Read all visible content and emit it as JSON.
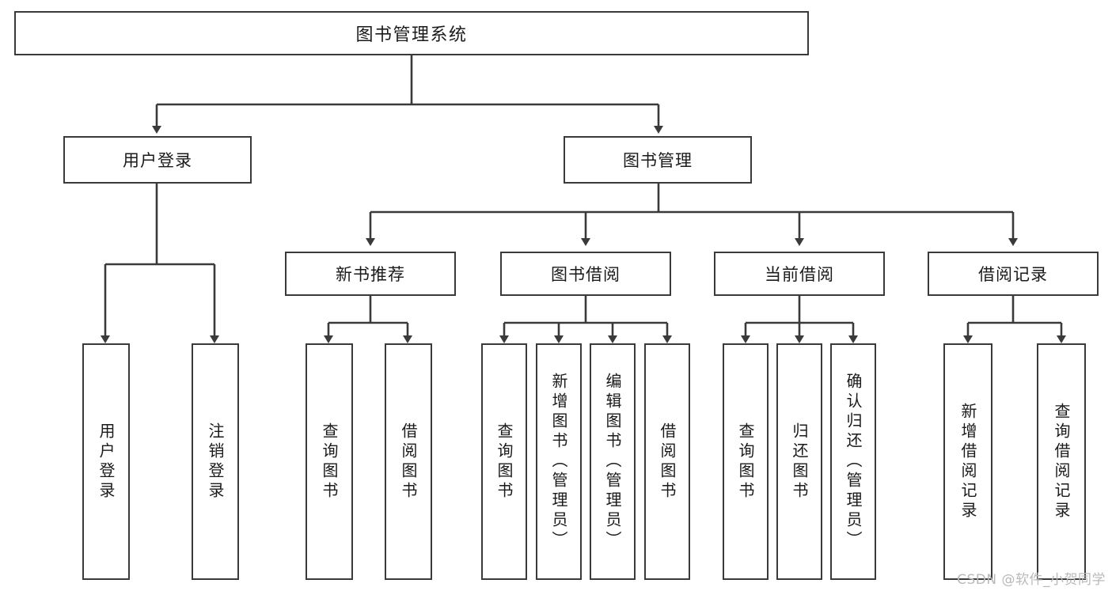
{
  "diagram": {
    "title": "图书管理系统",
    "type": "tree-hierarchy-diagram",
    "root": {
      "label": "图书管理系统",
      "id": "book-management-system"
    },
    "level1": [
      {
        "id": "user-login",
        "label": "用户登录"
      },
      {
        "id": "book-management",
        "label": "图书管理"
      }
    ],
    "level2": [
      {
        "id": "new-book-recommend",
        "label": "新书推荐",
        "parent": "book-management"
      },
      {
        "id": "book-borrow",
        "label": "图书借阅",
        "parent": "book-management"
      },
      {
        "id": "current-borrow",
        "label": "当前借阅",
        "parent": "book-management"
      },
      {
        "id": "borrow-record",
        "label": "借阅记录",
        "parent": "book-management"
      }
    ],
    "leaves": [
      {
        "id": "leaf-user-login",
        "label": "用户登录",
        "parent": "user-login"
      },
      {
        "id": "leaf-logout-login",
        "label": "注销登录",
        "parent": "user-login"
      },
      {
        "id": "leaf-query-book-recommend",
        "label": "查询图书",
        "parent": "new-book-recommend"
      },
      {
        "id": "leaf-borrow-book-recommend",
        "label": "借阅图书",
        "parent": "new-book-recommend"
      },
      {
        "id": "leaf-query-book-borrow",
        "label": "查询图书",
        "parent": "book-borrow"
      },
      {
        "id": "leaf-add-book-admin",
        "label": "新增图书（管理员）",
        "parent": "book-borrow"
      },
      {
        "id": "leaf-edit-book-admin",
        "label": "编辑图书（管理员）",
        "parent": "book-borrow"
      },
      {
        "id": "leaf-borrow-book",
        "label": "借阅图书",
        "parent": "book-borrow"
      },
      {
        "id": "leaf-query-book-current",
        "label": "查询图书",
        "parent": "current-borrow"
      },
      {
        "id": "leaf-return-book",
        "label": "归还图书",
        "parent": "current-borrow"
      },
      {
        "id": "leaf-confirm-return-admin",
        "label": "确认归还（管理员）",
        "parent": "current-borrow"
      },
      {
        "id": "leaf-add-borrow-record",
        "label": "新增借阅记录",
        "parent": "borrow-record"
      },
      {
        "id": "leaf-query-borrow-record",
        "label": "查询借阅记录",
        "parent": "borrow-record"
      }
    ],
    "watermark": "CSDN @软件_小贺同学",
    "colors": {
      "stroke": "#3a3a3a",
      "background": "#ffffff",
      "text": "#1a1a1a",
      "watermark": "#b9b9b9"
    }
  }
}
